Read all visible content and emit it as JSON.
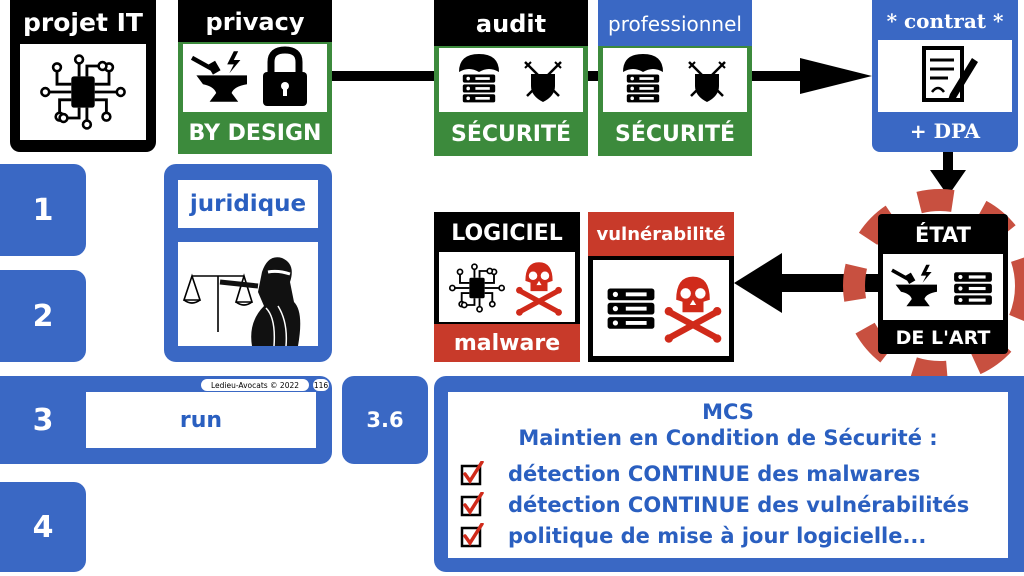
{
  "cards": {
    "projet_it": {
      "label": "projet IT",
      "icon": "chip-icon"
    },
    "privacy": {
      "label": "privacy",
      "bottom_label": "BY DESIGN",
      "icon": "anvil-padlock-icon"
    },
    "audit": {
      "label": "audit",
      "bottom_label": "SÉCURITÉ",
      "icon": "server-shield-icon"
    },
    "professionnel": {
      "label": "professionnel",
      "bottom_label": "SÉCURITÉ",
      "icon": "server-shield-icon"
    },
    "contrat": {
      "label": "* contrat *",
      "bottom_label": "+ DPA",
      "icon": "contract-icon"
    },
    "etat": {
      "label": "ÉTAT",
      "bottom_label": "DE L'ART",
      "icon": "anvil-server-icon"
    },
    "logiciel": {
      "label": "LOGICIEL",
      "bottom_label": "malware",
      "icon": "chip-skull-icon"
    },
    "vulnerabilite": {
      "label": "vulnérabilité",
      "icon": "server-skull-icon"
    },
    "juridique": {
      "label": "juridique",
      "icon": "justice-statue-icon"
    }
  },
  "steps": [
    {
      "number": "1"
    },
    {
      "number": "2"
    },
    {
      "number": "3",
      "label": "run"
    },
    {
      "number": "4"
    }
  ],
  "sub_step": {
    "number": "3.6"
  },
  "copyright": {
    "text": "Ledieu-Avocats © 2022",
    "page": "116"
  },
  "mcs": {
    "title": "MCS",
    "subtitle": "Maintien en Condition de Sécurité :",
    "items": [
      "détection CONTINUE des malwares",
      "détection CONTINUE des vulnérabilités",
      "politique de mise à jour logicielle..."
    ]
  },
  "colors": {
    "blue": "#3a68c4",
    "green": "#3c8a3c",
    "red": "#c83a2a",
    "black": "#000000"
  }
}
